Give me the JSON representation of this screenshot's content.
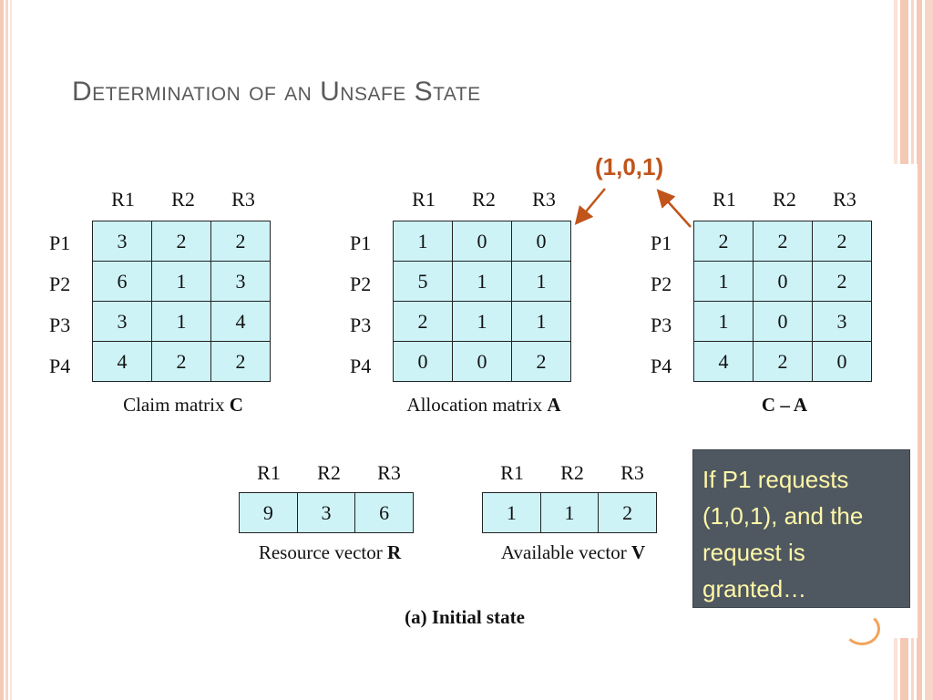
{
  "slide": {
    "title": "Determination of an Unsafe State",
    "callout": "(1,0,1)",
    "note": "If P1 requests (1,0,1), and the request is granted…"
  },
  "matrices": {
    "claim": {
      "caption": "Claim matrix ",
      "caption_bold": "C",
      "columns": [
        "R1",
        "R2",
        "R3"
      ],
      "rows": [
        "P1",
        "P2",
        "P3",
        "P4"
      ],
      "cells": [
        [
          "3",
          "2",
          "2"
        ],
        [
          "6",
          "1",
          "3"
        ],
        [
          "3",
          "1",
          "4"
        ],
        [
          "4",
          "2",
          "2"
        ]
      ]
    },
    "allocation": {
      "caption": "Allocation matrix ",
      "caption_bold": "A",
      "columns": [
        "R1",
        "R2",
        "R3"
      ],
      "rows": [
        "P1",
        "P2",
        "P3",
        "P4"
      ],
      "cells": [
        [
          "1",
          "0",
          "0"
        ],
        [
          "5",
          "1",
          "1"
        ],
        [
          "2",
          "1",
          "1"
        ],
        [
          "0",
          "0",
          "2"
        ]
      ]
    },
    "need": {
      "caption_bold": "C – A",
      "columns": [
        "R1",
        "R2",
        "R3"
      ],
      "rows": [
        "P1",
        "P2",
        "P3",
        "P4"
      ],
      "cells": [
        [
          "2",
          "2",
          "2"
        ],
        [
          "1",
          "0",
          "2"
        ],
        [
          "1",
          "0",
          "3"
        ],
        [
          "4",
          "2",
          "0"
        ]
      ]
    }
  },
  "vectors": {
    "resource": {
      "caption": "Resource vector ",
      "caption_bold": "R",
      "columns": [
        "R1",
        "R2",
        "R3"
      ],
      "values": [
        "9",
        "3",
        "6"
      ]
    },
    "available": {
      "caption": "Available vector ",
      "caption_bold": "V",
      "columns": [
        "R1",
        "R2",
        "R3"
      ],
      "values": [
        "1",
        "1",
        "2"
      ]
    }
  },
  "figure_caption": "(a) Initial state",
  "colors": {
    "cell_fill": "#cdf3f7",
    "accent": "#c0541a",
    "note_bg": "#4f5860",
    "note_text": "#fff7a8"
  }
}
